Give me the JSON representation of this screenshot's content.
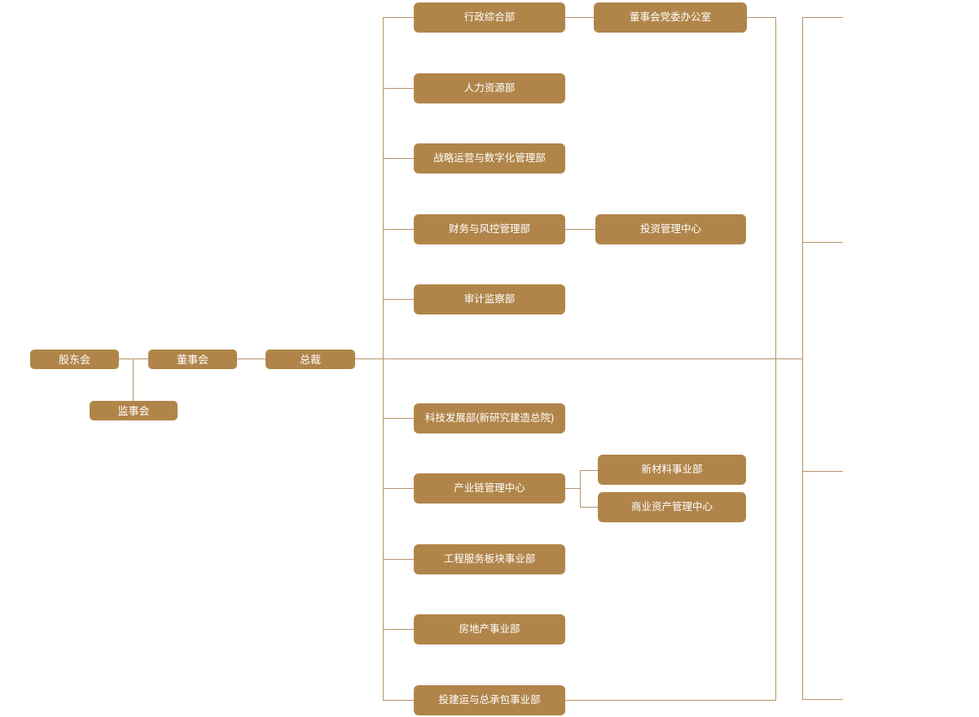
{
  "org_chart": {
    "executives": {
      "shareholders": "股东会",
      "board": "董事会",
      "president": "总裁",
      "supervisory": "监事会"
    },
    "departments": [
      {
        "label": "行政综合部"
      },
      {
        "label": "人力资源部"
      },
      {
        "label": "战略运营与数字化管理部"
      },
      {
        "label": "财务与风控管理部"
      },
      {
        "label": "审计监察部"
      },
      {
        "label": "科技发展部(新研究建造总院)"
      },
      {
        "label": "产业链管理中心"
      },
      {
        "label": "工程服务板块事业部"
      },
      {
        "label": "房地产事业部"
      },
      {
        "label": "投建运与总承包事业部"
      }
    ],
    "sub_departments": [
      {
        "label": "董事会党委办公室",
        "parent": "行政综合部"
      },
      {
        "label": "投资管理中心",
        "parent": "财务与风控管理部"
      },
      {
        "label": "新材料事业部",
        "parent": "产业链管理中心"
      },
      {
        "label": "商业资产管理中心",
        "parent": "产业链管理中心"
      }
    ],
    "colors": {
      "node_fill": "#b1854a",
      "node_text": "#ffffff",
      "connector": "#b59468",
      "background": "#ffffff"
    }
  }
}
